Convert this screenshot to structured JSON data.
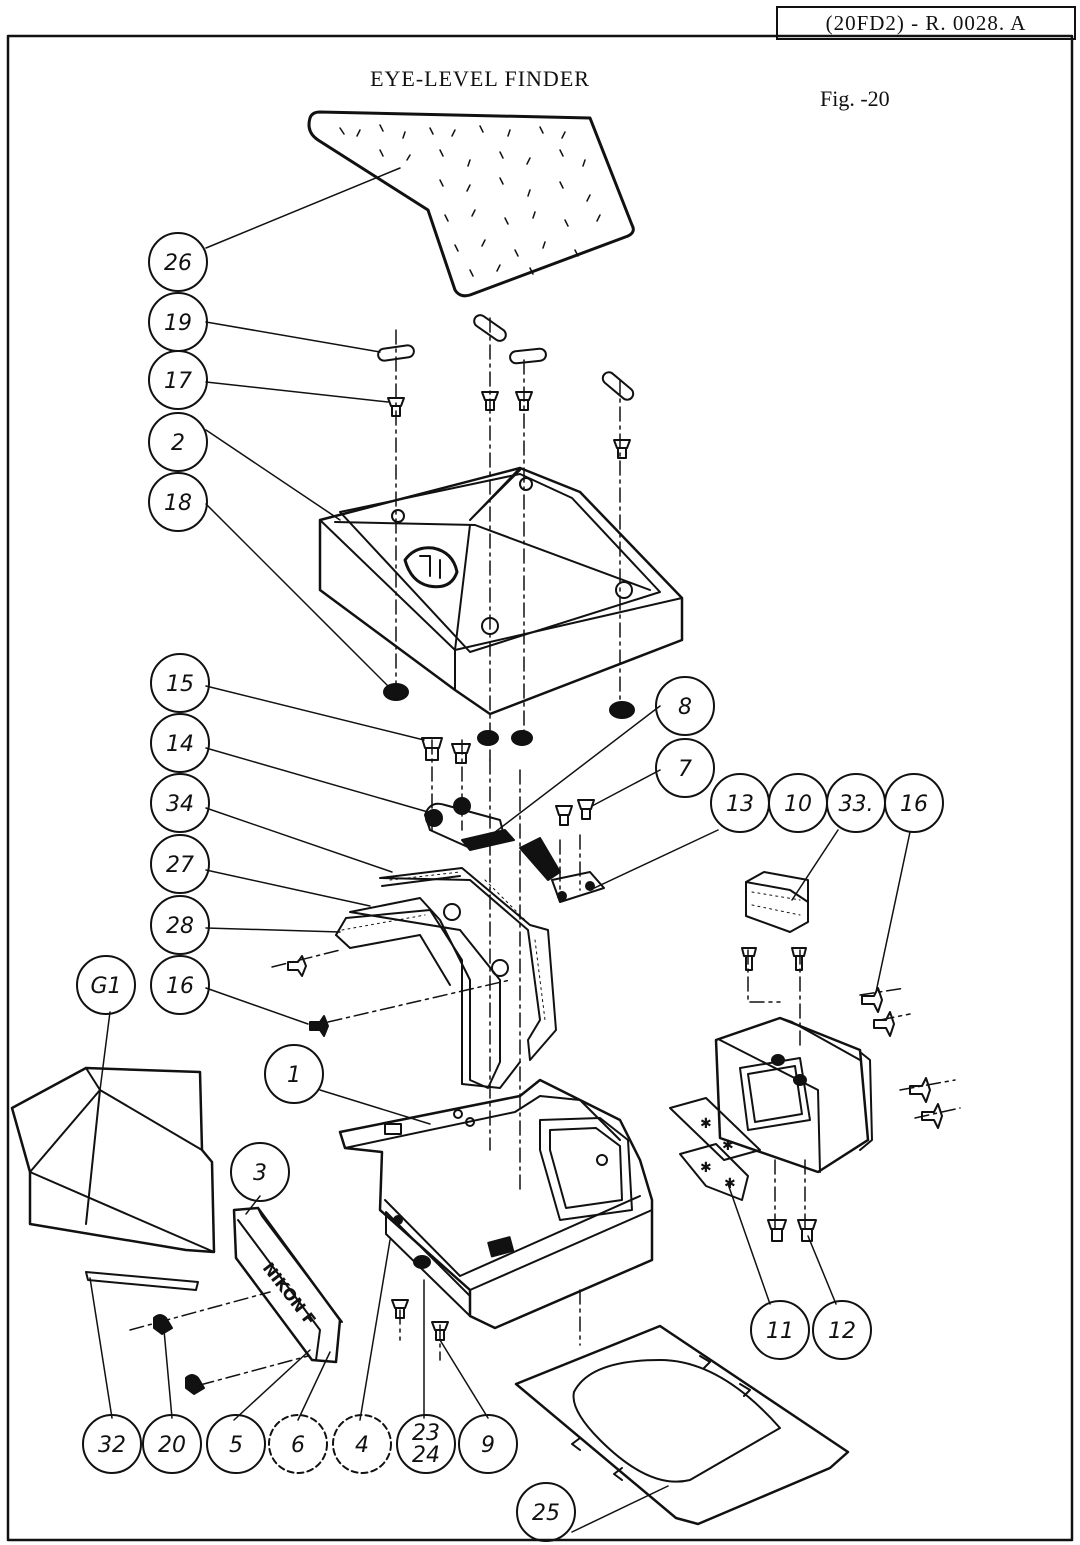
{
  "document_id": "(20FD2) - R. 0028. A",
  "title": "EYE-LEVEL FINDER",
  "figure": "Fig. -20",
  "nameplate_text": "NIKON F",
  "callouts": {
    "c26": "26",
    "c19": "19",
    "c17": "17",
    "c2": "2",
    "c18": "18",
    "c15": "15",
    "c14": "14",
    "c34": "34",
    "c27": "27",
    "c28": "28",
    "cG1": "G1",
    "c16a": "16",
    "c1": "1",
    "c3": "3",
    "c8": "8",
    "c7": "7",
    "c13": "13",
    "c10": "10",
    "c33": "33.",
    "c16b": "16",
    "c11": "11",
    "c12": "12",
    "c32": "32",
    "c20": "20",
    "c5": "5",
    "c6": "6",
    "c4": "4",
    "c23_24": "23\n24",
    "c9": "9",
    "c25": "25"
  }
}
